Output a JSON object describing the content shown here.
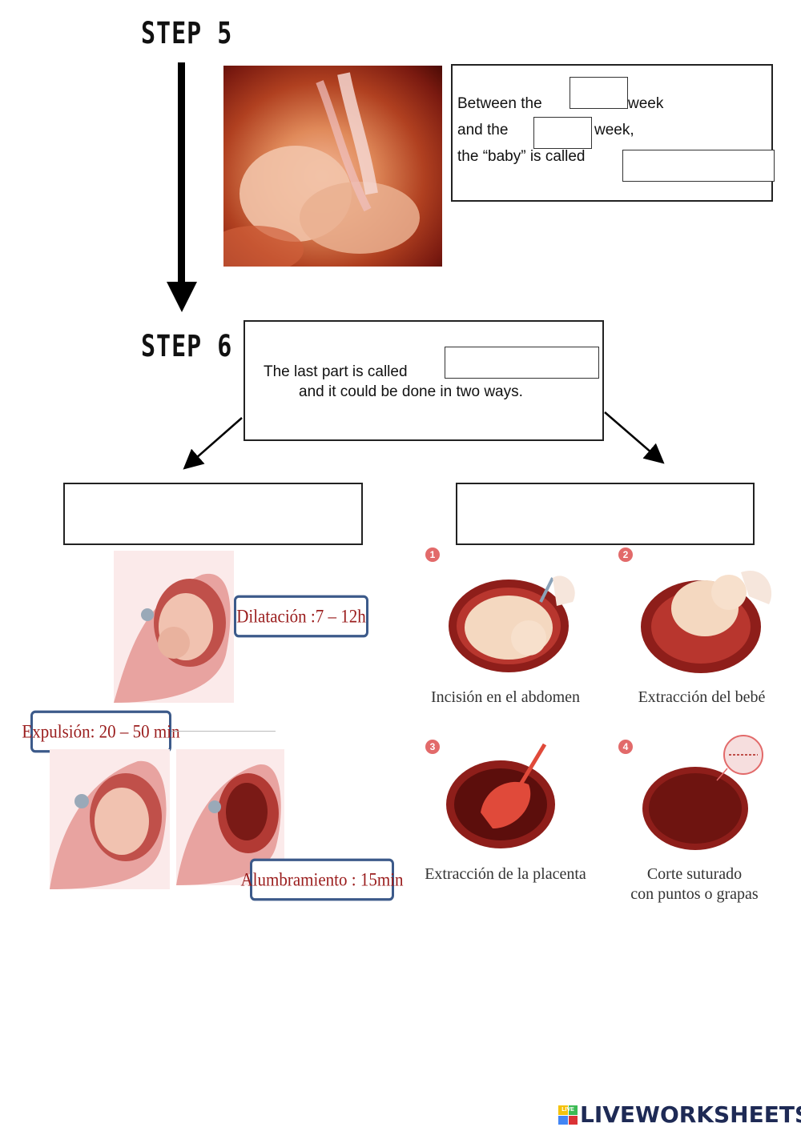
{
  "step5": {
    "title": "STEP 5",
    "line1_a": "Between the",
    "line1_b": "week",
    "line2_a": "and the",
    "line2_b": "week,",
    "line3": "the “baby” is called"
  },
  "step6": {
    "title": "STEP 6",
    "line1": "The last part is called",
    "line2": "and it could be done in two ways."
  },
  "vaginal": {
    "dilatacion": "Dilatación :7 – 12h",
    "expulsion": "Expulsión: 20 – 50 min",
    "alumbramiento": "Alumbramiento : 15min"
  },
  "cesarea": {
    "steps": [
      {
        "num": "1",
        "caption": "Incisión en el abdomen"
      },
      {
        "num": "2",
        "caption": "Extracción del bebé"
      },
      {
        "num": "3",
        "caption": "Extracción de la placenta"
      },
      {
        "num": "4",
        "caption": "Corte suturado",
        "caption2": "con puntos o grapas"
      }
    ]
  },
  "footer": {
    "logo_small": "LIVE",
    "logo_text": "LIVEWORKSHEETS"
  }
}
